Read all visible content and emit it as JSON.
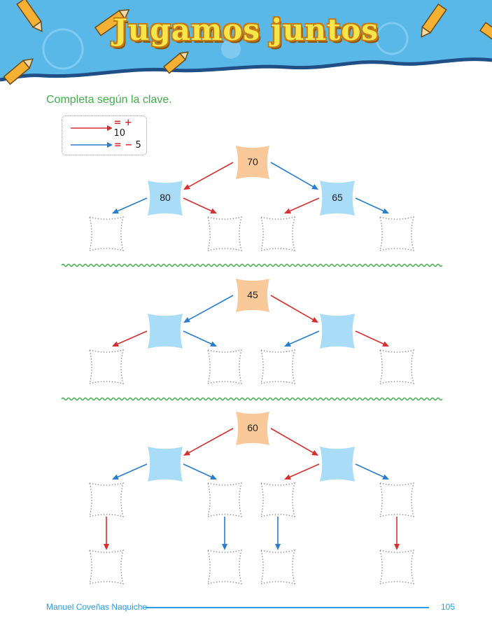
{
  "header": {
    "title": "Jugamos juntos"
  },
  "instruction": "Completa según la clave.",
  "key": {
    "red": {
      "op": "= +",
      "value": "10",
      "color": "#d62f2f"
    },
    "blue": {
      "op": "= −",
      "value": "5",
      "color": "#2a7ccc"
    }
  },
  "colors": {
    "root_fill": "#f9c99a",
    "child_fill": "#a8dcf7",
    "wave": "#3fae49",
    "banner": "#5ab8e8"
  },
  "trees": [
    {
      "root": "70",
      "children": [
        "80",
        "65"
      ],
      "child_arrows": [
        "red",
        "blue"
      ],
      "grand_arrows": [
        "blue",
        "red",
        "red",
        "blue"
      ]
    },
    {
      "root": "45",
      "children": [
        "",
        ""
      ],
      "child_arrows": [
        "blue",
        "red"
      ],
      "grand_arrows": [
        "red",
        "blue",
        "blue",
        "red"
      ]
    },
    {
      "root": "60",
      "children": [
        "",
        ""
      ],
      "child_arrows": [
        "red",
        "red"
      ],
      "grand_arrows": [
        "blue",
        "blue",
        "red",
        "blue"
      ],
      "great_arrows": [
        "red",
        "blue",
        "blue",
        "red"
      ]
    }
  ],
  "footer": {
    "author": "Manuel Coveñas Naquiche",
    "page": "105"
  }
}
